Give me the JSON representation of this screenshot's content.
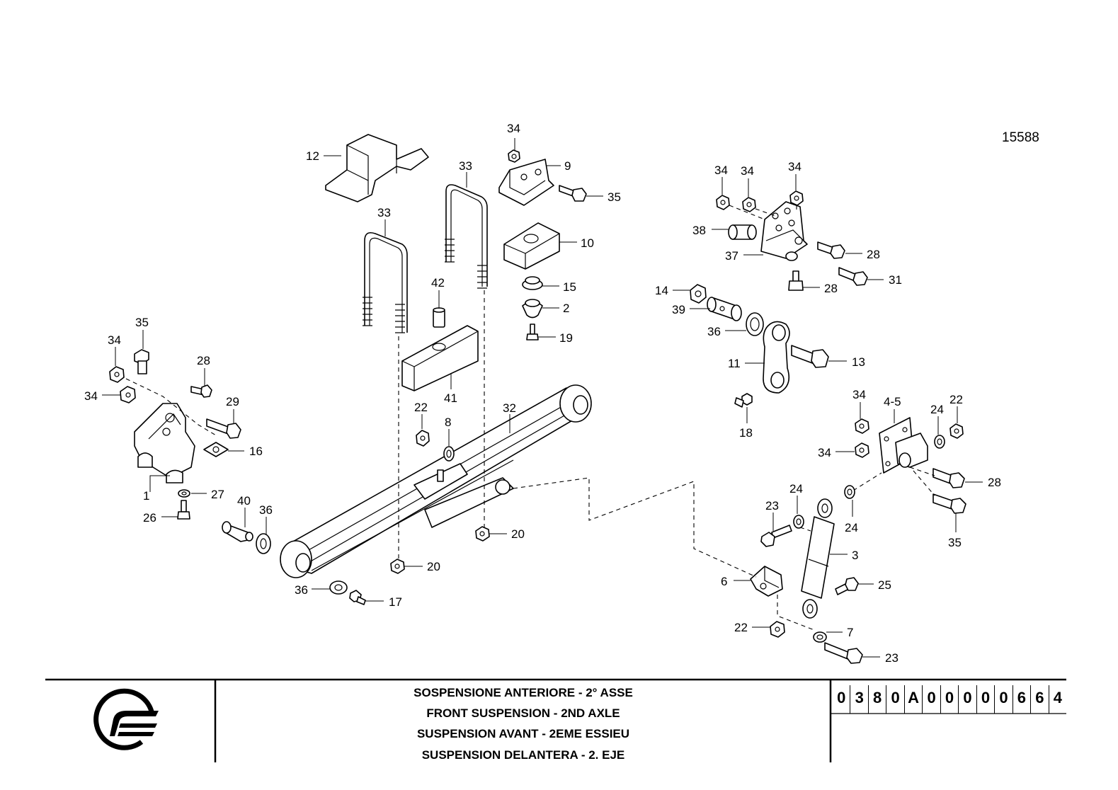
{
  "drawing_number": "15588",
  "titles": [
    "SOSPENSIONE ANTERIORE - 2° ASSE",
    "FRONT SUSPENSION - 2ND AXLE",
    "SUSPENSION AVANT - 2EME ESSIEU",
    "SUSPENSION DELANTERA - 2. EJE"
  ],
  "code_chars": [
    "0",
    "3",
    "8",
    "0",
    "A",
    "0",
    "0",
    "0",
    "0",
    "0",
    "6",
    "6",
    "4"
  ],
  "logo": "company-logo",
  "callouts": {
    "c12": "12",
    "c34a": "34",
    "c9": "9",
    "c35a": "35",
    "c33a": "33",
    "c33b": "33",
    "c10": "10",
    "c42": "42",
    "c15": "15",
    "c2": "2",
    "c19": "19",
    "c41": "41",
    "c35b": "35",
    "c34b": "34",
    "c34c": "34",
    "c28a": "28",
    "c29": "29",
    "c16": "16",
    "c1": "1",
    "c27": "27",
    "c26": "26",
    "c40": "40",
    "c36a": "36",
    "c22a": "22",
    "c8": "8",
    "c32": "32",
    "c20a": "20",
    "c20b": "20",
    "c36b": "36",
    "c17": "17",
    "c34d": "34",
    "c34e": "34",
    "c34f": "34",
    "c38": "38",
    "c37": "37",
    "c28b": "28",
    "c31": "31",
    "c28c": "28",
    "c14": "14",
    "c39": "39",
    "c36c": "36",
    "c11": "11",
    "c13": "13",
    "c18": "18",
    "c34g": "34",
    "c45": "4-5",
    "c24a": "24",
    "c22b": "22",
    "c34h": "34",
    "c28d": "28",
    "c35c": "35",
    "c24b": "24",
    "c23a": "23",
    "c24c": "24",
    "c3": "3",
    "c25": "25",
    "c6": "6",
    "c22c": "22",
    "c7": "7",
    "c23b": "23"
  }
}
